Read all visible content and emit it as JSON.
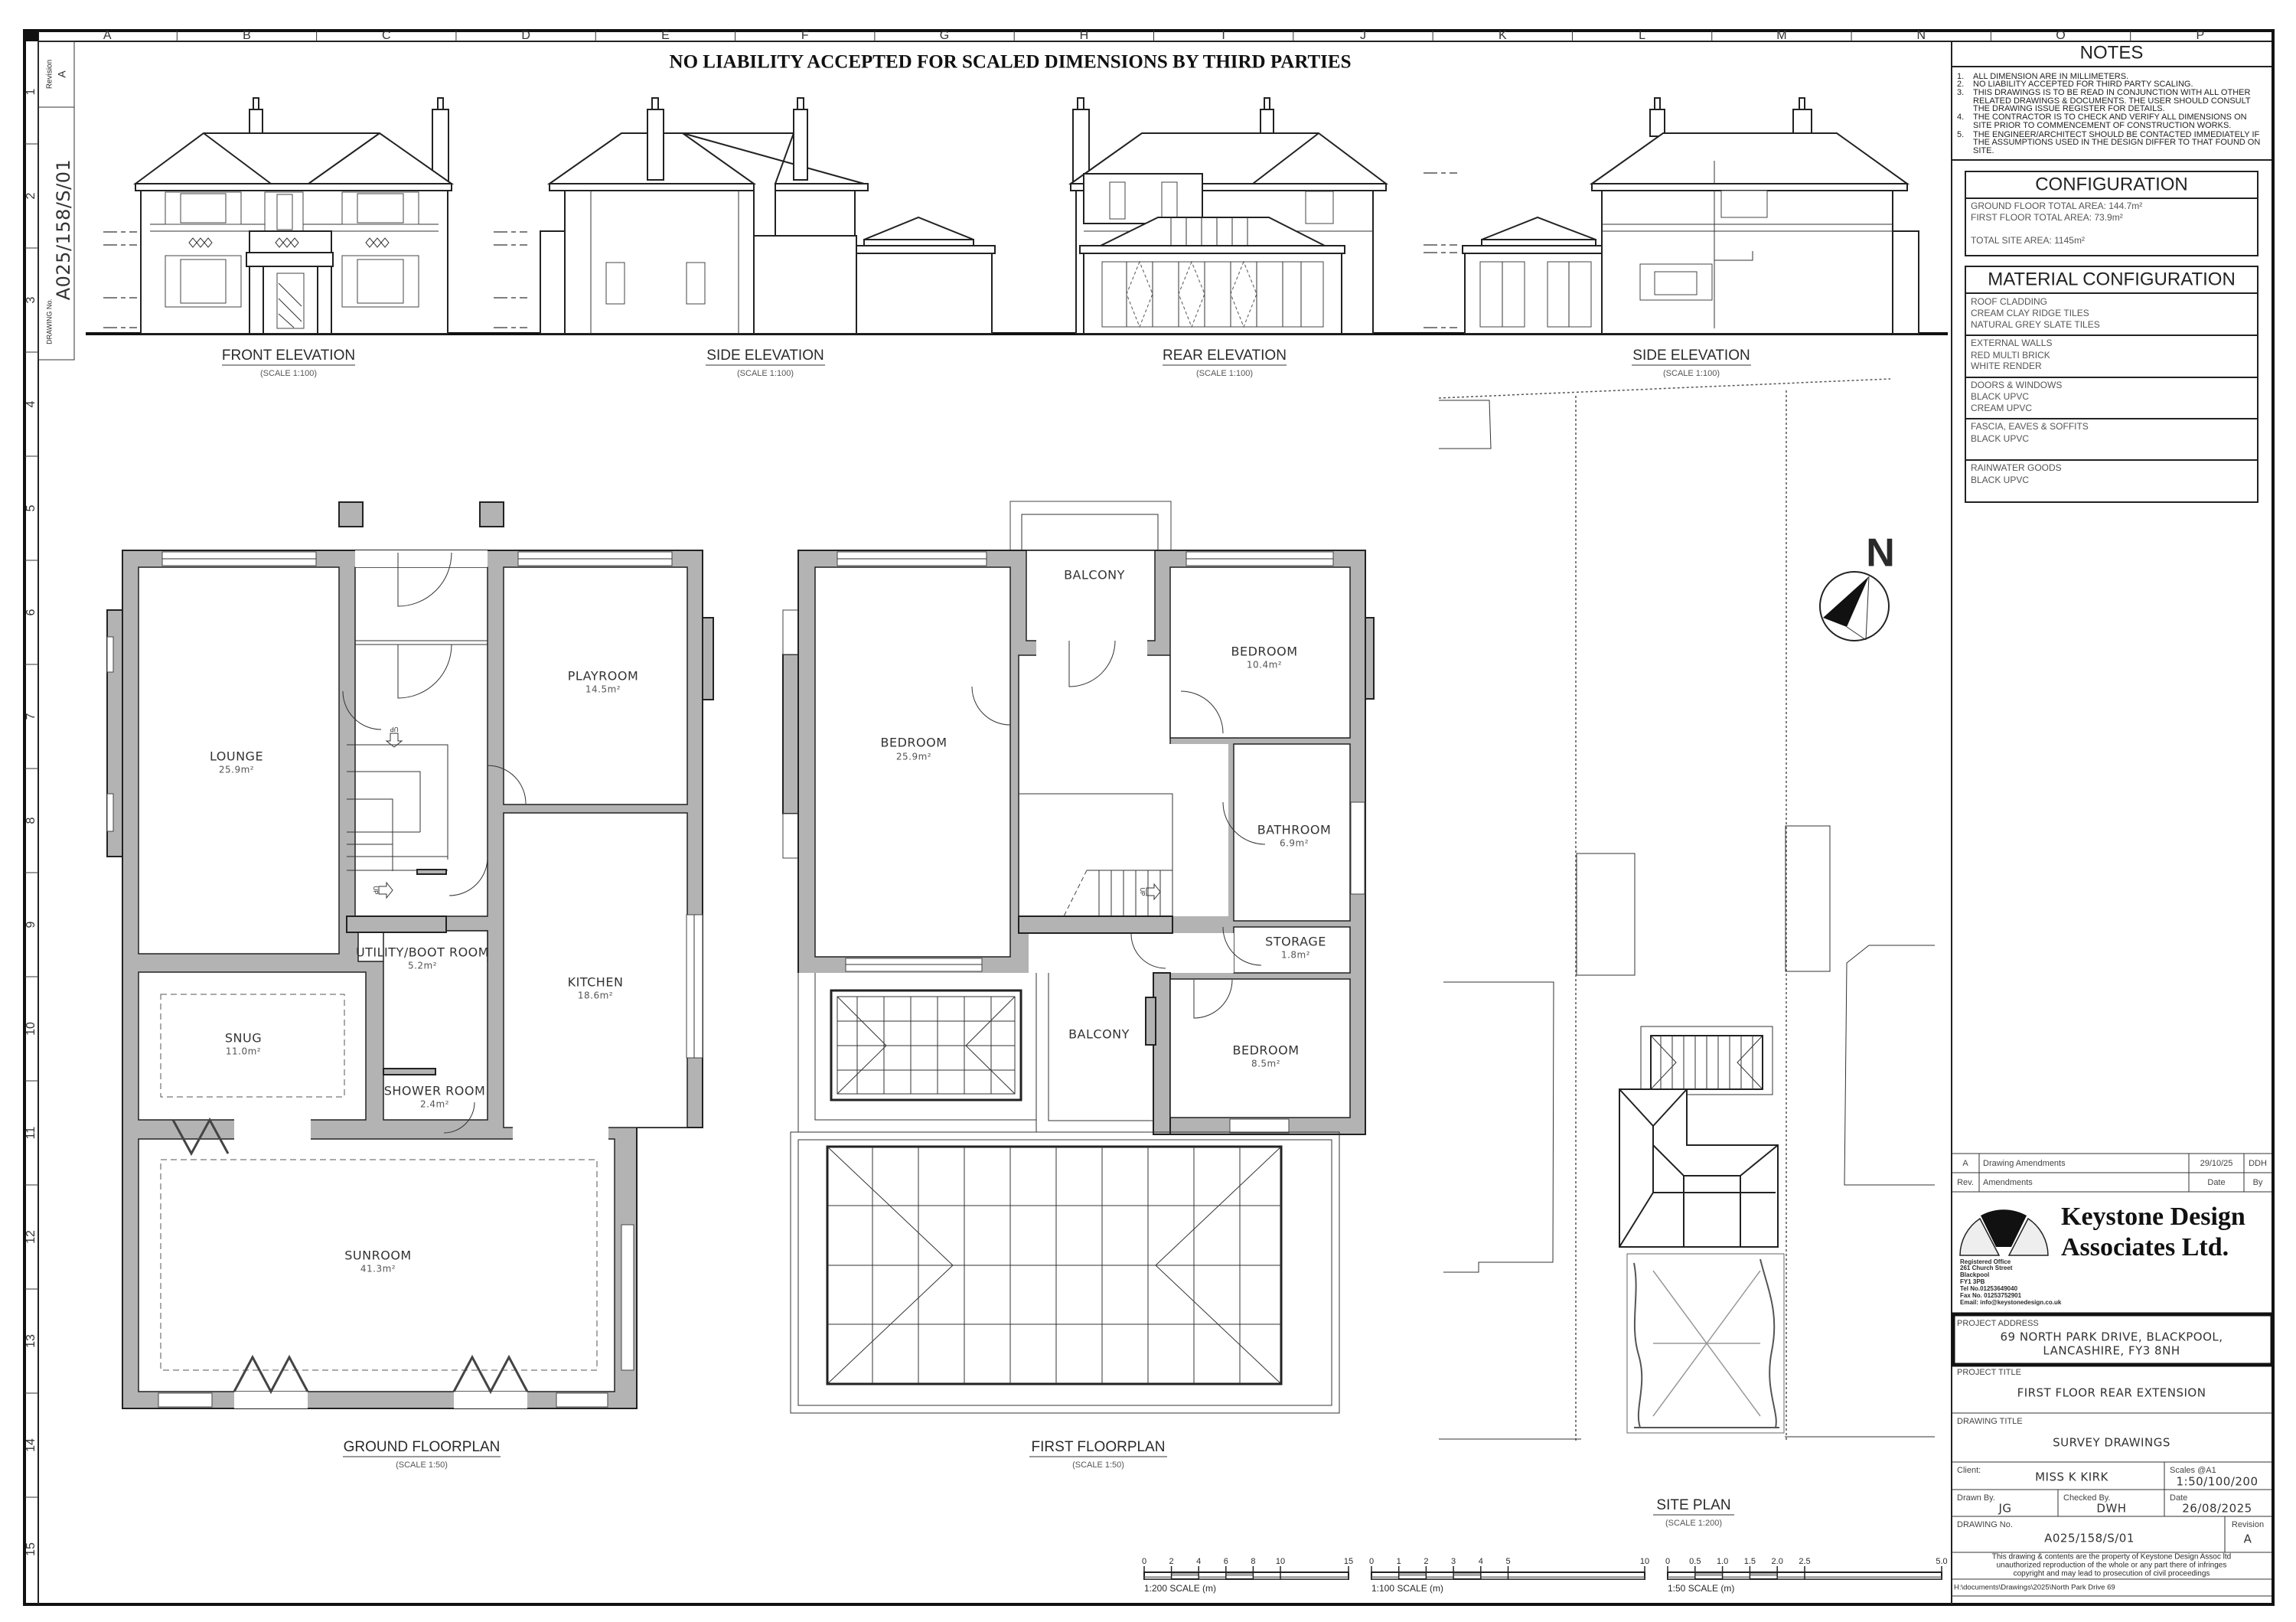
{
  "sheet": {
    "column_letters": [
      "A",
      "B",
      "C",
      "D",
      "E",
      "F",
      "G",
      "H",
      "I",
      "J",
      "K",
      "L",
      "M",
      "N",
      "O",
      "P"
    ],
    "row_numbers": [
      "1",
      "2",
      "3",
      "4",
      "5",
      "6",
      "7",
      "8",
      "9",
      "10",
      "11",
      "12",
      "13",
      "14",
      "15"
    ],
    "disclaimer": "NO LIABILITY ACCEPTED FOR SCALED DIMENSIONS BY THIRD PARTIES"
  },
  "side_strip": {
    "revision_label": "Revision",
    "revision": "A",
    "drawing_no_label": "DRAWING No.",
    "drawing_no": "A025/158/S/01"
  },
  "elevations": [
    {
      "title": "FRONT ELEVATION",
      "scale": "(SCALE 1:100)"
    },
    {
      "title": "SIDE ELEVATION",
      "scale": "(SCALE 1:100)"
    },
    {
      "title": "REAR ELEVATION",
      "scale": "(SCALE 1:100)"
    },
    {
      "title": "SIDE ELEVATION",
      "scale": "(SCALE 1:100)"
    }
  ],
  "stair_label": "UP",
  "ground_floorplan": {
    "title": "GROUND FLOORPLAN",
    "scale": "(SCALE 1:50)",
    "rooms": [
      {
        "name": "LOUNGE",
        "area": "25.9m²"
      },
      {
        "name": "PLAYROOM",
        "area": "14.5m²"
      },
      {
        "name": "KITCHEN",
        "area": "18.6m²"
      },
      {
        "name": "UTILITY/BOOT ROOM",
        "area": "5.2m²"
      },
      {
        "name": "SHOWER ROOM",
        "area": "2.4m²"
      },
      {
        "name": "SNUG",
        "area": "11.0m²"
      },
      {
        "name": "SUNROOM",
        "area": "41.3m²"
      }
    ]
  },
  "first_floorplan": {
    "title": "FIRST FLOORPLAN",
    "scale": "(SCALE 1:50)",
    "rooms": [
      {
        "name": "BEDROOM",
        "area": "25.9m²"
      },
      {
        "name": "BALCONY",
        "area": ""
      },
      {
        "name": "BEDROOM",
        "area": "10.4m²"
      },
      {
        "name": "BATHROOM",
        "area": "6.9m²"
      },
      {
        "name": "STORAGE",
        "area": "1.8m²"
      },
      {
        "name": "BEDROOM",
        "area": "8.5m²"
      },
      {
        "name": "BALCONY",
        "area": ""
      }
    ]
  },
  "site_plan": {
    "title": "SITE PLAN",
    "scale": "(SCALE 1:200)",
    "north_label": "N"
  },
  "notes": {
    "title": "NOTES",
    "items": [
      {
        "num": "1.",
        "lines": [
          "ALL DIMENSION ARE IN MILLIMETERS."
        ]
      },
      {
        "num": "2.",
        "lines": [
          "NO LIABILITY ACCEPTED FOR THIRD PARTY SCALING."
        ]
      },
      {
        "num": "3.",
        "lines": [
          "THIS DRAWINGS IS TO BE READ IN CONJUNCTION WITH ALL OTHER",
          "RELATED DRAWINGS  & DOCUMENTS. THE USER SHOULD CONSULT",
          "THE DRAWING ISSUE REGISTER FOR DETAILS."
        ]
      },
      {
        "num": "4.",
        "lines": [
          "THE CONTRACTOR IS TO CHECK AND VERIFY ALL DIMENSIONS ON",
          "SITE PRIOR TO COMMENCEMENT OF CONSTRUCTION WORKS."
        ]
      },
      {
        "num": "5.",
        "lines": [
          "THE ENGINEER/ARCHITECT SHOULD BE CONTACTED IMMEDIATELY IF",
          "THE ASSUMPTIONS USED IN THE DESIGN DIFFER TO THAT FOUND ON",
          "SITE."
        ]
      }
    ]
  },
  "configuration": {
    "title": "CONFIGURATION",
    "lines": [
      "GROUND FLOOR TOTAL AREA: 144.7m²",
      "FIRST FLOOR TOTAL AREA: 73.9m²",
      "TOTAL SITE AREA: 1145m²"
    ]
  },
  "material_configuration": {
    "title": "MATERIAL CONFIGURATION",
    "sections": [
      [
        "ROOF CLADDING",
        "CREAM CLAY RIDGE TILES",
        "NATURAL GREY SLATE TILES"
      ],
      [
        "EXTERNAL WALLS",
        "RED MULTI BRICK",
        "WHITE RENDER"
      ],
      [
        "DOORS & WINDOWS",
        "BLACK UPVC",
        "CREAM UPVC"
      ],
      [
        "FASCIA, EAVES & SOFFITS",
        "BLACK UPVC"
      ],
      [
        "RAINWATER GOODS",
        "BLACK UPVC"
      ]
    ]
  },
  "title_block": {
    "amendments": [
      {
        "rev": "A",
        "description": "Drawing Amendments",
        "date": "29/10/25",
        "by": "DDH"
      }
    ],
    "amendment_headers": {
      "rev": "Rev.",
      "description": "Amendments",
      "date": "Date",
      "by": "By"
    },
    "company": {
      "name_line1": "Keystone Design",
      "name_line2": "Associates Ltd.",
      "office": [
        "Registered Office",
        "261 Church Street",
        "Blackpool",
        "FY1 3PB",
        "Tel No.01253649040",
        "Fax No. 01253752901",
        "Email: info@keystonedesign.co.uk"
      ]
    },
    "project_address_label": "PROJECT ADDRESS",
    "project_address": [
      "69 NORTH PARK DRIVE, BLACKPOOL,",
      "LANCASHIRE, FY3 8NH"
    ],
    "project_title_label": "PROJECT TITLE",
    "project_title": "FIRST FLOOR REAR EXTENSION",
    "drawing_title_label": "DRAWING TITLE",
    "drawing_title": "SURVEY DRAWINGS",
    "client_label": "Client:",
    "client": "MISS K KIRK",
    "scales_label": "Scales @A1",
    "scales": "1:50/100/200",
    "drawn_by_label": "Drawn By.",
    "drawn_by": "JG",
    "checked_by_label": "Checked By.",
    "checked_by": "DWH",
    "date_label": "Date",
    "date": "26/08/2025",
    "drawing_no_label": "DRAWING No.",
    "drawing_no": "A025/158/S/01",
    "revision_label": "Revision",
    "revision": "A",
    "copyright": [
      "This drawing & contents are the property of Keystone Design Assoc ltd",
      "unauthorized reproduction of the whole or any part there of infringes",
      "copyright and may lead to prosecution of civil proceedings"
    ],
    "file_path": "H:\\documents\\Drawings\\2025\\North Park Drive 69"
  },
  "scale_bars": [
    {
      "caption": "1:200 SCALE (m)",
      "ticks": [
        0,
        2,
        4,
        6,
        8,
        10,
        15
      ],
      "tick_labels": [
        "0",
        "2",
        "4",
        "6",
        "8",
        "10",
        "15"
      ],
      "max": 15
    },
    {
      "caption": "1:100 SCALE (m)",
      "ticks": [
        0,
        1,
        2,
        3,
        4,
        5,
        10
      ],
      "tick_labels": [
        "0",
        "1",
        "2",
        "3",
        "4",
        "5",
        "10"
      ],
      "max": 10
    },
    {
      "caption": "1:50 SCALE (m)",
      "ticks": [
        0,
        0.5,
        1.0,
        1.5,
        2.0,
        2.5,
        5.0
      ],
      "tick_labels": [
        "0",
        "0.5",
        "1.0",
        "1.5",
        "2.0",
        "2.5",
        "5.0"
      ],
      "max": 5.0
    }
  ],
  "colors": {
    "wall_fill": "#b3b3b3",
    "line": "#222222"
  }
}
